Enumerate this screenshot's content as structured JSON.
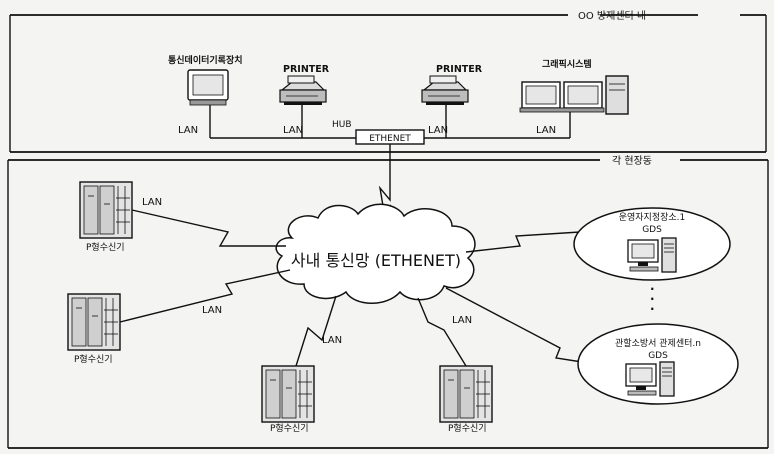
{
  "top_section": {
    "title": "OO 방재센터 내"
  },
  "bottom_section": {
    "title": "각 현장동"
  },
  "top_devices": {
    "storage_label": "통신데이터기록장치",
    "printer1_label": "PRINTER",
    "printer2_label": "PRINTER",
    "graphics_label": "그래픽시스템"
  },
  "hub": {
    "caption": "HUB",
    "label": "ETHENET"
  },
  "lan": {
    "label": "LAN"
  },
  "cloud": {
    "label": "사내 통신망 (ETHENET)"
  },
  "receivers": {
    "label": "P형수신기"
  },
  "gds": {
    "site1_label": "운영자지정장소.1",
    "site1_sub": "GDS",
    "site2_label": "관할소방서 관제센터.n",
    "site2_sub": "GDS",
    "ellipsis": "·"
  }
}
